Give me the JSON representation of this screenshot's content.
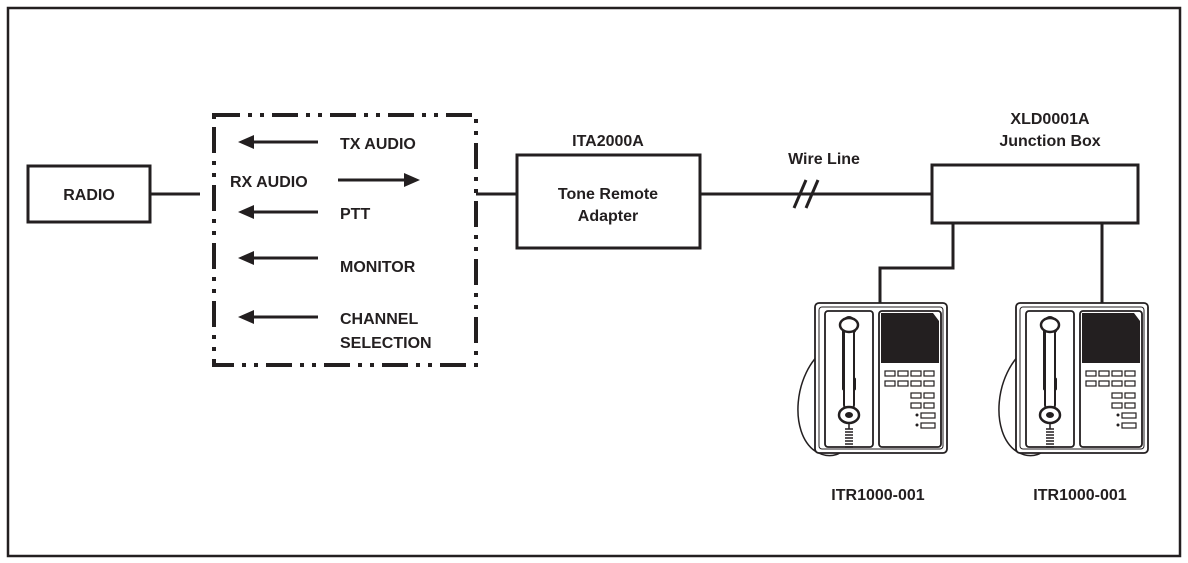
{
  "radio": {
    "label": "RADIO"
  },
  "interface": {
    "signals": {
      "tx_audio": "TX AUDIO",
      "rx_audio": "RX AUDIO",
      "ptt": "PTT",
      "monitor": "MONITOR",
      "channel_line1": "CHANNEL",
      "channel_line2": "SELECTION"
    }
  },
  "adapter": {
    "model": "ITA2000A",
    "label_line1": "Tone Remote",
    "label_line2": "Adapter"
  },
  "wire": {
    "label": "Wire Line"
  },
  "junction": {
    "model": "XLD0001A",
    "label": "Junction Box"
  },
  "phones": [
    {
      "label": "ITR1000-001"
    },
    {
      "label": "ITR1000-001"
    }
  ]
}
